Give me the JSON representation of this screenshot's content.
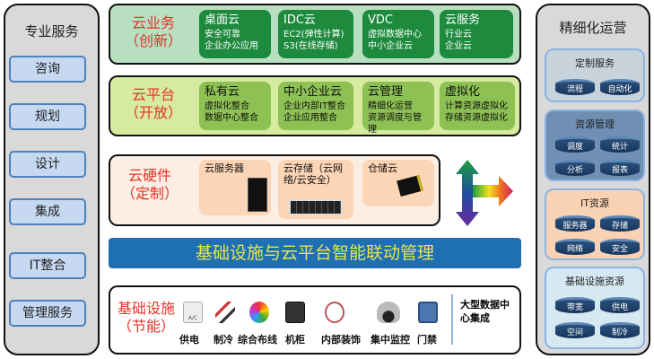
{
  "left": {
    "title": "专业服务",
    "items": [
      "咨询",
      "规划",
      "设计",
      "集成",
      "IT整合",
      "管理服务"
    ]
  },
  "cloud_business": {
    "label": [
      "云业务",
      "（创新）"
    ],
    "boxes": [
      {
        "title": "桌面云",
        "lines": [
          "安全可靠",
          "企业办公应用"
        ]
      },
      {
        "title": "IDC云",
        "lines": [
          "EC2(弹性计算)",
          "S3(在线存储)"
        ]
      },
      {
        "title": "VDC",
        "lines": [
          "虚拟数据中心",
          "中小企业云"
        ]
      },
      {
        "title": "云服务",
        "lines": [
          "行业云",
          "企业云"
        ]
      }
    ]
  },
  "cloud_platform": {
    "label": [
      "云平台",
      "（开放）"
    ],
    "boxes": [
      {
        "title": "私有云",
        "lines": [
          "虚拟化整合",
          "数据中心整合"
        ]
      },
      {
        "title": "中小企业云",
        "lines": [
          "企业内部IT整合",
          "企业应用整合"
        ]
      },
      {
        "title": "云管理",
        "lines": [
          "精细化运营",
          "资源调度与管理"
        ]
      },
      {
        "title": "虚拟化",
        "lines": [
          "计算资源虚拟化",
          "存储资源虚拟化"
        ]
      }
    ]
  },
  "cloud_hardware": {
    "label": [
      "云硬件",
      "（定制）"
    ],
    "boxes": [
      "云服务器",
      "云存储（云网络/云安全）",
      "仓储云"
    ]
  },
  "management_bar": "基础设施与云平台智能联动管理",
  "infrastructure": {
    "label": [
      "基础设施",
      "（节能）"
    ],
    "items": [
      "供电",
      "制冷",
      "综合布线",
      "机柜",
      "内部装饰",
      "集中监控",
      "门禁"
    ],
    "summary": "大型数据中心集成",
    "icon_text": "A/C"
  },
  "right": {
    "title": "精细化运营",
    "groups": [
      {
        "title": "定制服务",
        "items": [
          "流程",
          "自动化"
        ]
      },
      {
        "title": "资源管理",
        "items": [
          "调度",
          "统计",
          "分析",
          "报表"
        ]
      },
      {
        "title": "IT资源",
        "items": [
          "服务器",
          "存储",
          "网络",
          "安全"
        ]
      },
      {
        "title": "基础设施资源",
        "items": [
          "带宽",
          "供电",
          "空间",
          "制冷"
        ]
      }
    ]
  },
  "colors": {
    "red": "#e8322a",
    "dark_green": "#1e8a3e",
    "light_green": "#8dc153",
    "blue_bar": "#1f6fb5",
    "yellow_text": "#e6e64a"
  }
}
